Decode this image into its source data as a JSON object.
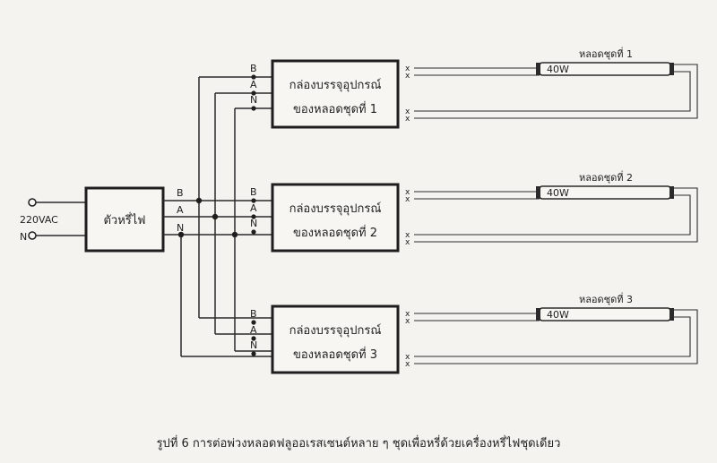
{
  "source": {
    "label": "220VAC",
    "neutral": "N"
  },
  "switch_box": {
    "label": "ตัวหรี่ไฟ",
    "terminals": [
      "B",
      "A",
      "N"
    ]
  },
  "units": [
    {
      "box_line1": "กล่องบรรจุอุปกรณ์",
      "box_line2": "ของหลอดชุดที่ 1",
      "terminals": [
        "B",
        "A",
        "N"
      ],
      "lamp_label": "หลอดชุดที่ 1",
      "lamp_rating": "40W",
      "output_marks": [
        "x",
        "x",
        "x",
        "x"
      ]
    },
    {
      "box_line1": "กล่องบรรจุอุปกรณ์",
      "box_line2": "ของหลอดชุดที่ 2",
      "terminals": [
        "B",
        "A",
        "N"
      ],
      "lamp_label": "หลอดชุดที่ 2",
      "lamp_rating": "40W",
      "output_marks": [
        "x",
        "x",
        "x",
        "x"
      ]
    },
    {
      "box_line1": "กล่องบรรจุอุปกรณ์",
      "box_line2": "ของหลอดชุดที่ 3",
      "terminals": [
        "B",
        "A",
        "N"
      ],
      "lamp_label": "หลอดชุดที่ 3",
      "lamp_rating": "40W",
      "output_marks": [
        "x",
        "x",
        "x",
        "x"
      ]
    }
  ],
  "caption": "รูปที่ 6 การต่อพ่วงหลอดฟลูออเรสเซนต์หลาย ๆ ชุดเพื่อหรี่ด้วยเครื่องหรี่ไฟชุดเดียว"
}
